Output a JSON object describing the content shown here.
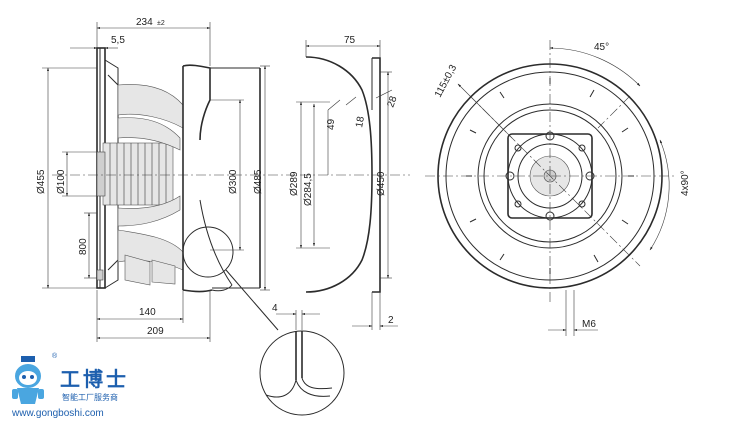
{
  "side_view": {
    "overall_width": "234",
    "overall_tol": "±2",
    "flange_offset": "5,5",
    "dia_outer": "Ø455",
    "dia_hub": "Ø100",
    "cable_length": "800",
    "inlet_depth": "140",
    "housing_depth": "209",
    "dia_inlet": "Ø300",
    "dia_wheel": "Ø485"
  },
  "nozzle_view": {
    "depth": "75",
    "radius": "28",
    "height_a": "49",
    "height_b": "18",
    "dia_a": "Ø289",
    "dia_b": "Ø284,5",
    "dia_outlet": "Ø450",
    "edge": "2"
  },
  "detail": {
    "gap": "4"
  },
  "front_view": {
    "angle": "45°",
    "radius_label": "115±0,3",
    "bolt_pattern": "4x90°",
    "thread": "M6"
  },
  "watermark": {
    "brand_cn": "工博士",
    "sub_cn": "智能工厂服务商",
    "url": "www.gongboshi.com",
    "reg_mark": "®"
  }
}
